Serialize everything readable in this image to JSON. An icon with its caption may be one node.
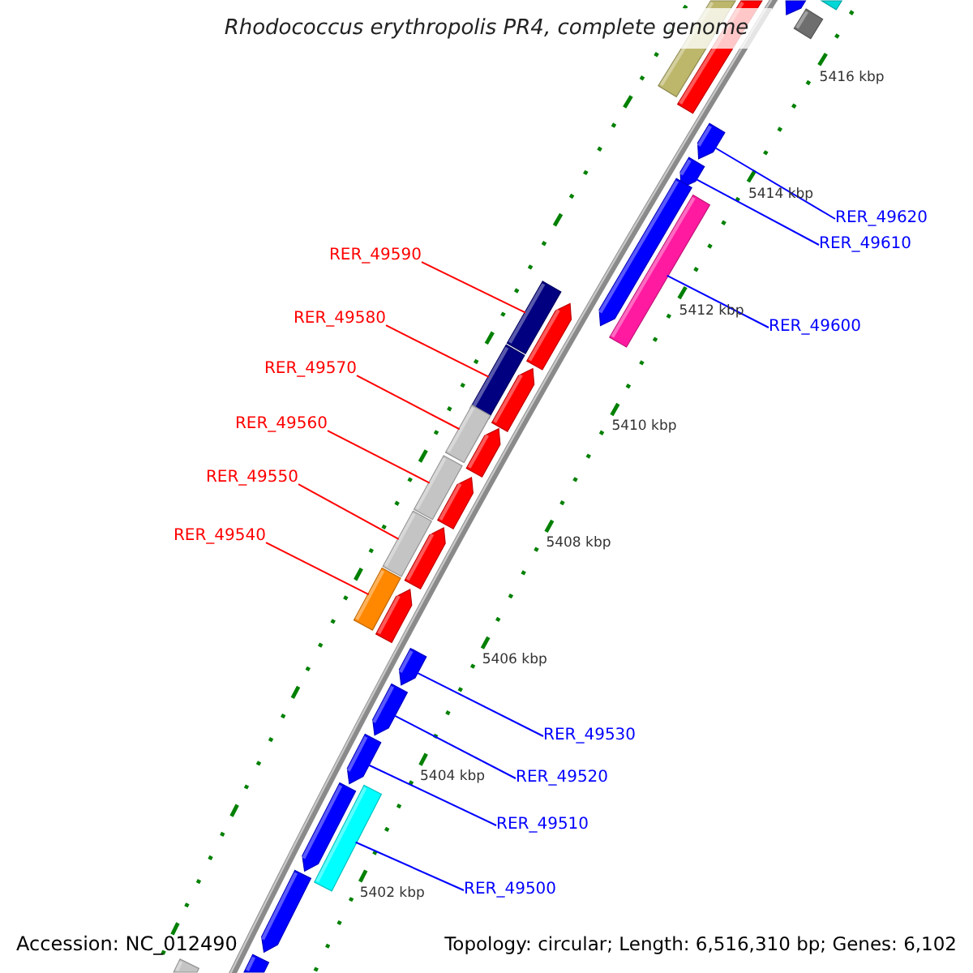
{
  "diagram": {
    "title": "Rhodococcus erythropolis PR4, complete genome",
    "nodes": [
      {
        "text": [
          "RER_49620"
        ]
      },
      {
        "text": [
          "RER_49610"
        ]
      },
      {
        "text": [
          "RER_49590"
        ]
      },
      {
        "text": [
          "RER_49580"
        ]
      },
      {
        "text": [
          "RER_49600"
        ]
      },
      {
        "text": [
          "RER_49570"
        ]
      },
      {
        "text": [
          "RER_49560"
        ]
      },
      {
        "text": [
          "RER_49550"
        ]
      },
      {
        "text": [
          "RER_49540"
        ]
      },
      {
        "text": [
          "RER_49530"
        ]
      },
      {
        "text": [
          "RER_49520"
        ]
      },
      {
        "text": [
          "RER_49510"
        ]
      },
      {
        "text": [
          "RER_49500"
        ]
      },
      {
        "text": [],
        "shape": "bar"
      },
      {
        "text": [],
        "shape": "bar"
      },
      {
        "text": [],
        "shape": "bar"
      },
      {
        "text": [],
        "shape": "bar"
      },
      {
        "text": [],
        "shape": "bar"
      },
      {
        "text": [],
        "shape": "bar"
      },
      {
        "text": [],
        "shape": "bar"
      },
      {
        "text": [],
        "shape": "bar"
      },
      {
        "text": [],
        "shape": "bar"
      },
      {
        "text": [],
        "shape": "bar"
      },
      {
        "text": [],
        "shape": "bar"
      },
      {
        "text": [],
        "shape": "bar"
      },
      {
        "text": [],
        "shape": "bar"
      },
      {
        "text": [],
        "shape": "bar"
      },
      {
        "text": [],
        "shape": "bar"
      },
      {
        "text": [],
        "shape": "bar"
      },
      {
        "text": [],
        "shape": "bar"
      },
      {
        "text": [],
        "shape": "bar"
      },
      {
        "text": [],
        "shape": "bar"
      },
      {
        "text": [],
        "shape": "bar"
      },
      {
        "text": [],
        "shape": "bar"
      },
      {
        "text": [],
        "shape": "bar"
      },
      {
        "text": [],
        "shape": "bar"
      },
      {
        "text": [],
        "shape": "bar"
      },
      {
        "text": [],
        "shape": "bar"
      },
      {
        "text": [],
        "shape": "bar"
      },
      {
        "text": [],
        "shape": "bar"
      },
      {
        "text": [],
        "shape": "bar"
      },
      {
        "text": [],
        "shape": "bar"
      }
    ],
    "edges": [
      {
        "from": 0,
        "to": 18,
        "arrow": "none"
      },
      {
        "from": 1,
        "to": 19,
        "arrow": "none"
      },
      {
        "from": 2,
        "to": 22,
        "arrow": "none",
        "color": "#ff0000"
      },
      {
        "from": 3,
        "to": 24,
        "arrow": "none",
        "color": "#ff0000"
      },
      {
        "from": 4,
        "to": 21,
        "arrow": "none"
      },
      {
        "from": 5,
        "to": 26,
        "arrow": "none",
        "color": "#ff0000"
      },
      {
        "from": 6,
        "to": 28,
        "arrow": "none",
        "color": "#ff0000"
      },
      {
        "from": 7,
        "to": 30,
        "arrow": "none",
        "color": "#ff0000"
      },
      {
        "from": 8,
        "to": 32,
        "arrow": "none",
        "color": "#ff0000"
      },
      {
        "from": 9,
        "to": 34,
        "arrow": "none"
      },
      {
        "from": 10,
        "to": 35,
        "arrow": "none"
      },
      {
        "from": 11,
        "to": 36,
        "arrow": "none"
      },
      {
        "from": 12,
        "to": 37,
        "arrow": "none"
      }
    ],
    "labels": [
      "5416 kbp",
      "5414 kbp",
      "5412 kbp",
      "5410 kbp",
      "5408 kbp",
      "5406 kbp",
      "5404 kbp",
      "5402 kbp",
      "Accession: NC_012490",
      "Topology: circular; Length: 6,516,310 bp; Genes: 6,102"
    ]
  }
}
